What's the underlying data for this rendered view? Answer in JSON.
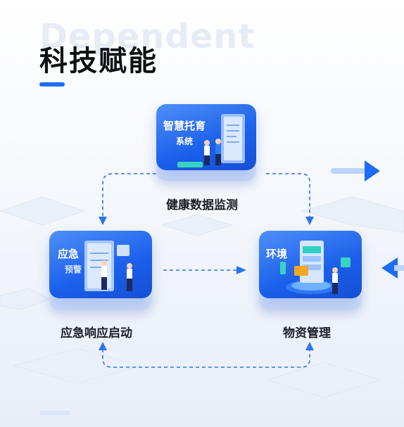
{
  "header": {
    "title": "科技赋能",
    "watermark": "Dependent"
  },
  "colors": {
    "accent": "#1d6df0",
    "card": "#1a5fea",
    "connector": "#2d74ee"
  },
  "nodes": {
    "top": {
      "card_title": "智慧托育",
      "card_subtitle": "系统",
      "label": "健康数据监测"
    },
    "left": {
      "card_title": "应急",
      "card_subtitle": "预警",
      "label": "应急响应启动"
    },
    "right": {
      "card_title": "环境",
      "label": "物资管理"
    }
  }
}
